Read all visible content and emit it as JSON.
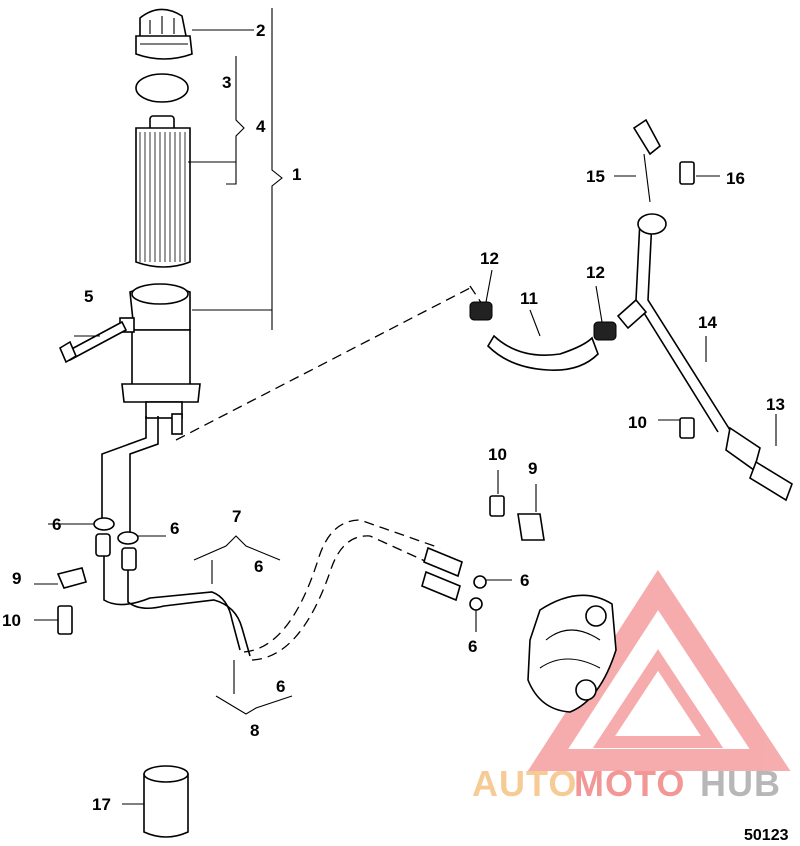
{
  "callouts": {
    "c1": "1",
    "c2": "2",
    "c3": "3",
    "c4": "4",
    "c5": "5",
    "c6a": "6",
    "c6b": "6",
    "c6c": "6",
    "c6d": "6",
    "c6e": "6",
    "c6f": "6",
    "c7": "7",
    "c8": "8",
    "c9a": "9",
    "c9b": "9",
    "c10a": "10",
    "c10b": "10",
    "c10c": "10",
    "c11": "11",
    "c12a": "12",
    "c12b": "12",
    "c13": "13",
    "c14": "14",
    "c15": "15",
    "c16": "16",
    "c17": "17"
  },
  "diagram_number": "50123",
  "watermark": {
    "part1": "AUTO",
    "part2": "MOTO",
    "part3": "HUB",
    "color_orange": "#f5c9a0",
    "color_red": "#f08c8c",
    "color_gray": "#b0b0b0"
  }
}
